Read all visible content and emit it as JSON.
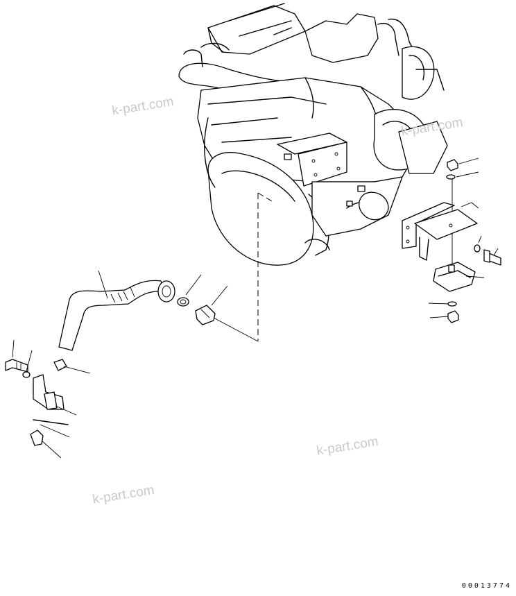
{
  "watermarks": [
    {
      "text": "k-part.com"
    },
    {
      "text": "k-part.com"
    },
    {
      "text": "k-part.com"
    },
    {
      "text": "k-part.com"
    }
  ],
  "drawing_number": "00013774"
}
